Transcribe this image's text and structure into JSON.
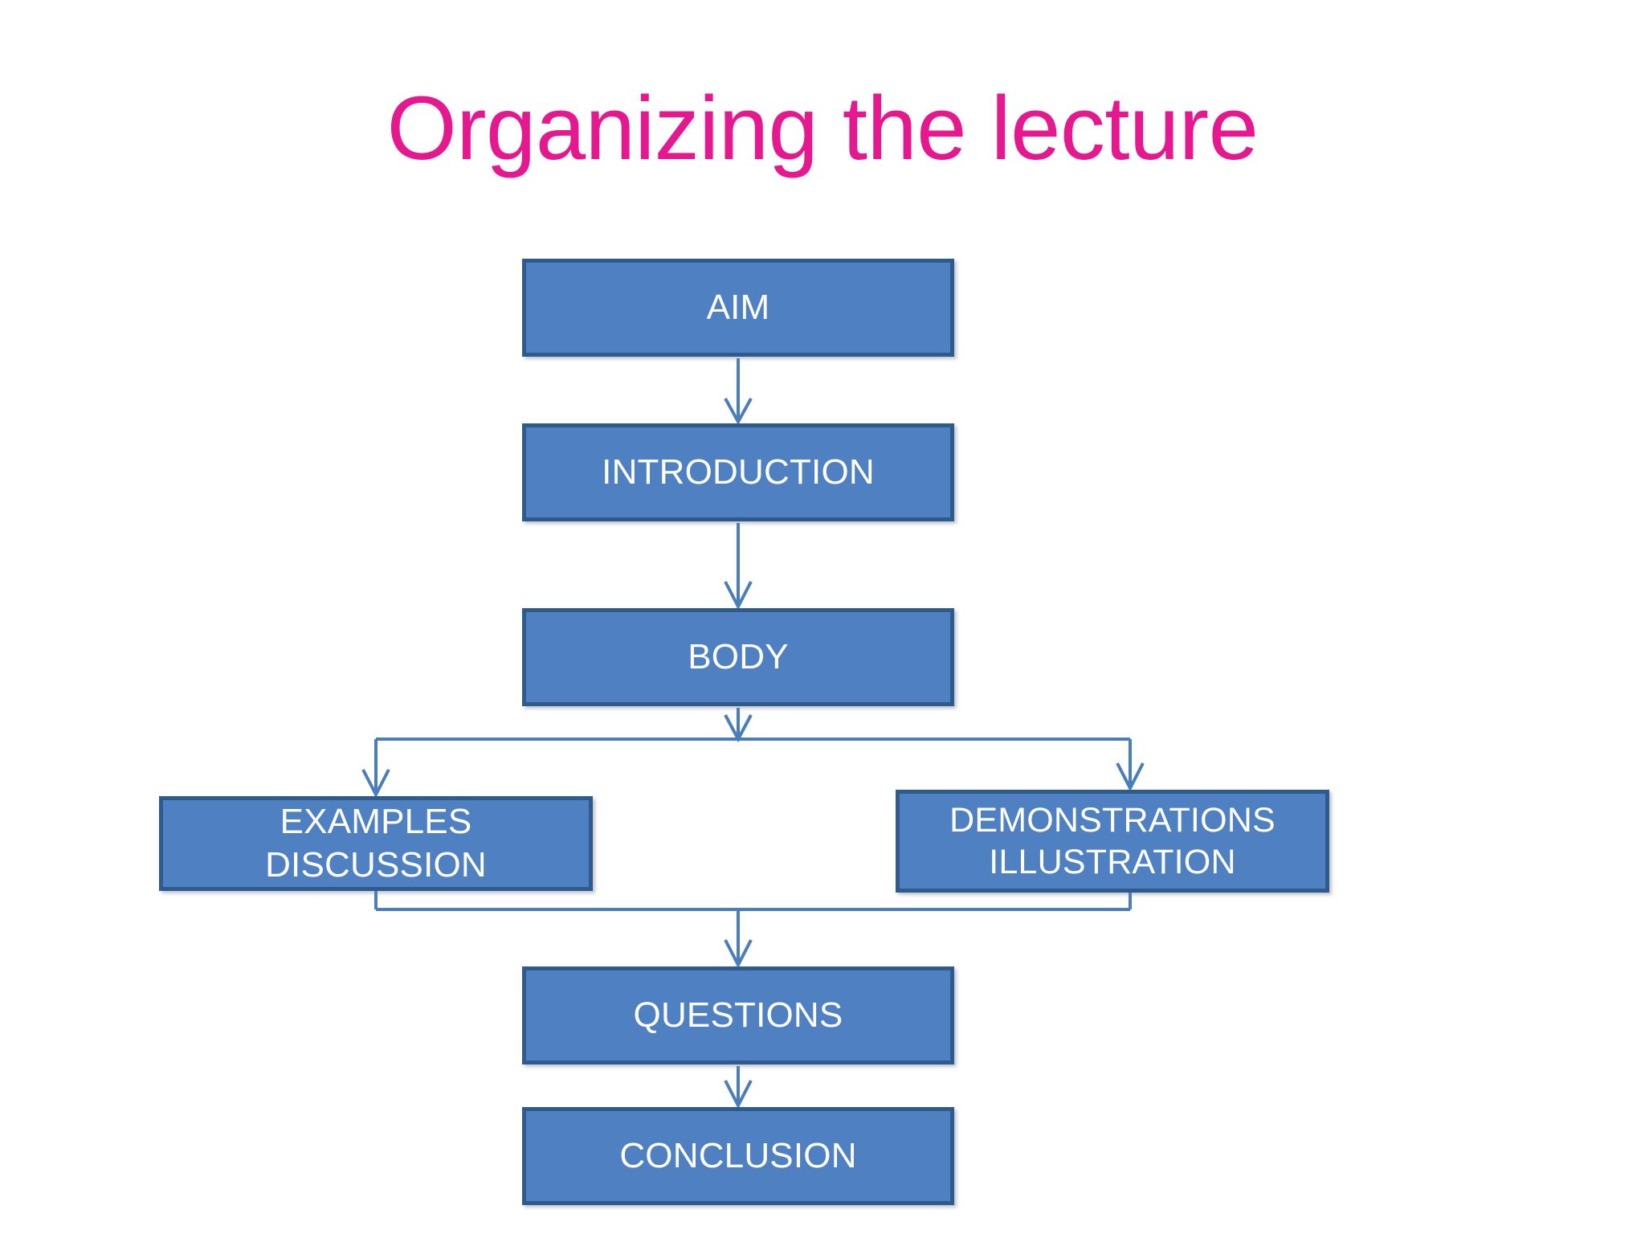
{
  "slide": {
    "title": "Organizing the lecture",
    "background_color": "#ffffff",
    "title_color": "#E5188F"
  },
  "theme": {
    "box_fill": "#4E80C2",
    "box_border": "#2F5A8C",
    "box_text": "#FFFFFF",
    "connector_color": "#4A7EBB"
  },
  "diagram": {
    "type": "flowchart",
    "nodes": [
      {
        "id": "aim",
        "label": "AIM"
      },
      {
        "id": "introduction",
        "label": "INTRODUCTION"
      },
      {
        "id": "body",
        "label": "BODY"
      },
      {
        "id": "examples",
        "label": "EXAMPLES DISCUSSION"
      },
      {
        "id": "demonstrations",
        "label": "DEMONSTRATIONS\nILLUSTRATION"
      },
      {
        "id": "questions",
        "label": "QUESTIONS"
      },
      {
        "id": "conclusion",
        "label": "CONCLUSION"
      }
    ],
    "edges": [
      {
        "from": "aim",
        "to": "introduction"
      },
      {
        "from": "introduction",
        "to": "body"
      },
      {
        "from": "body",
        "to": "examples"
      },
      {
        "from": "body",
        "to": "demonstrations"
      },
      {
        "from": "examples",
        "to": "questions"
      },
      {
        "from": "demonstrations",
        "to": "questions"
      },
      {
        "from": "questions",
        "to": "conclusion"
      }
    ]
  }
}
